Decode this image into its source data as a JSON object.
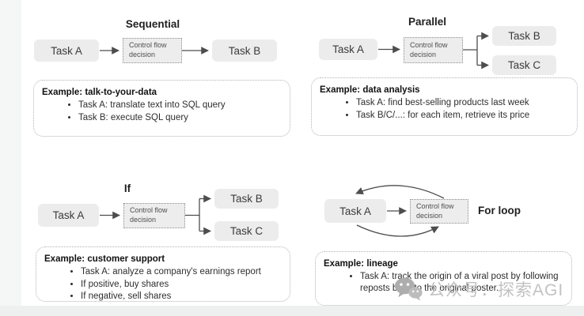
{
  "colors": {
    "node_fill": "#ececec",
    "control_fill": "#ededed",
    "connector": "#4d4d4d",
    "dotted_border": "#b3b3b3",
    "watermark_text": "#c2c2c2"
  },
  "diagrams": [
    {
      "title": "Sequential",
      "nodes": {
        "task_a": "Task A",
        "task_b": "Task B",
        "control_line1": "Control flow",
        "control_line2": "decision"
      },
      "example": {
        "title": "Example: talk-to-your-data",
        "bullets": [
          "Task A: translate text into SQL query",
          "Task B: execute SQL query"
        ]
      }
    },
    {
      "title": "Parallel",
      "nodes": {
        "task_a": "Task A",
        "task_b": "Task B",
        "task_c": "Task C",
        "control_line1": "Control flow",
        "control_line2": "decision"
      },
      "example": {
        "title": "Example: data analysis",
        "bullets": [
          "Task A:  find best-selling products last week",
          "Task B/C/...: for each item, retrieve its price"
        ]
      }
    },
    {
      "title": "If",
      "nodes": {
        "task_a": "Task A",
        "task_b": "Task B",
        "task_c": "Task C",
        "control_line1": "Control flow",
        "control_line2": "decision"
      },
      "example": {
        "title": "Example: customer support",
        "bullets": [
          "Task A: analyze a company's earnings report",
          "If positive, buy shares",
          "If negative, sell shares"
        ]
      }
    },
    {
      "title": "For loop",
      "nodes": {
        "task_a": "Task A",
        "control_line1": "Control flow",
        "control_line2": "decision"
      },
      "example": {
        "title": "Example: lineage",
        "bullets": [
          "Task A:  track the origin of a viral post by following reposts back to the original poster."
        ]
      }
    }
  ],
  "watermark": {
    "icon": "wechat-icon",
    "text": "公众号：探索AGI"
  }
}
